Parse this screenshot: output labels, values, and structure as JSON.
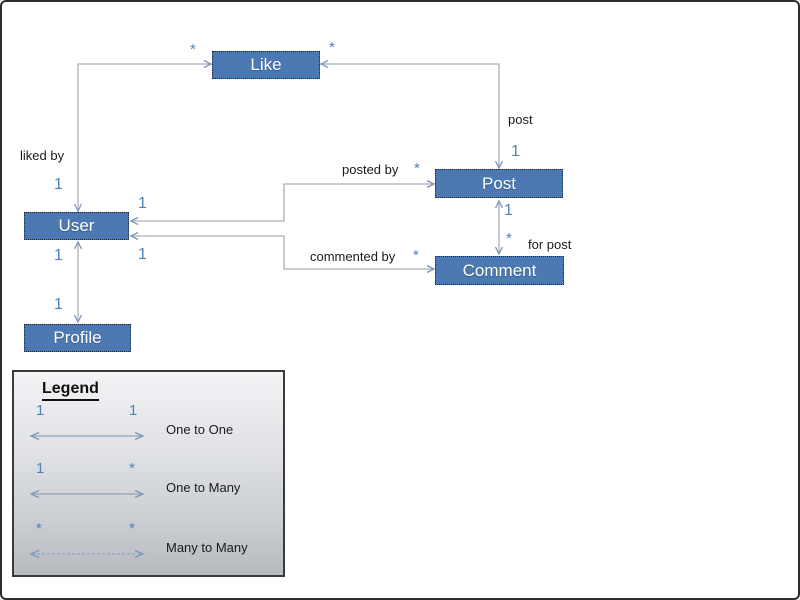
{
  "diagram": {
    "entities": {
      "like": "Like",
      "user": "User",
      "post": "Post",
      "comment": "Comment",
      "profile": "Profile"
    },
    "relationships": {
      "user_like": {
        "label": "liked by",
        "user_mult": "1",
        "like_mult": "*"
      },
      "like_post": {
        "label": "post",
        "post_mult": "1",
        "like_mult": "*"
      },
      "user_post": {
        "label": "posted by",
        "user_mult": "1",
        "post_mult": "*"
      },
      "user_comment": {
        "label": "commented by",
        "user_mult": "1",
        "comment_mult": "*"
      },
      "post_comment": {
        "label": "for post",
        "post_mult": "1",
        "comment_mult": "*"
      },
      "user_profile": {
        "user_mult": "1",
        "profile_mult": "1"
      }
    }
  },
  "legend": {
    "title": "Legend",
    "rows": [
      {
        "left": "1",
        "right": "1",
        "label": "One to One",
        "line_style": "solid"
      },
      {
        "left": "1",
        "right": "*",
        "label": "One to Many",
        "line_style": "solid"
      },
      {
        "left": "*",
        "right": "*",
        "label": "Many to Many",
        "line_style": "dashed"
      }
    ]
  },
  "colors": {
    "entity_fill": "#4C79B1",
    "entity_border": "#16293F",
    "entity_text": "#FFFFFF",
    "connector": "#ABB0B8",
    "arrowhead": "#7E96BC",
    "multiplicity": "#4F81BD",
    "label_text": "#1A1A1A",
    "legend_gradient_top": "#F2F3F5",
    "legend_gradient_bottom": "#B7BABF",
    "canvas_border": "#2E2E2E"
  }
}
